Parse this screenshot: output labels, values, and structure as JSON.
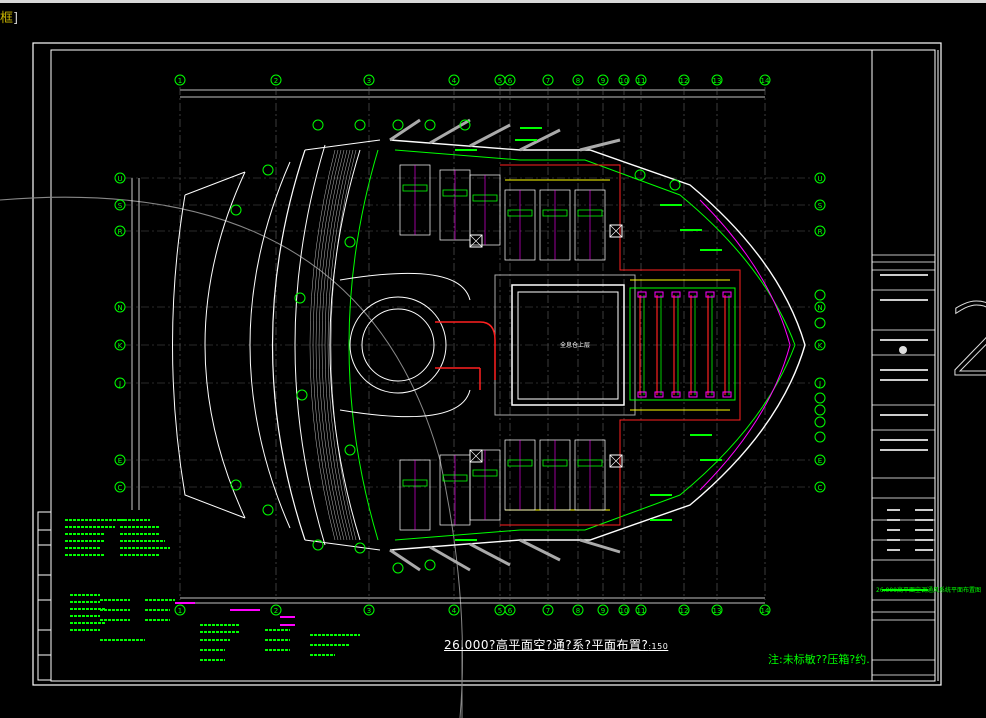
{
  "command_line": {
    "text": "框",
    "bracket": "]"
  },
  "drawing": {
    "title": "26.000?高平面空?通?系?平面布置?",
    "scale": ":150",
    "note": "注:未标敏??压箱?约.",
    "sheet_index_glyph": "2",
    "room_label": "全息仓上层"
  },
  "grid": {
    "columns": [
      "1",
      "2",
      "3",
      "4",
      "5",
      "6",
      "7",
      "8",
      "9",
      "10",
      "11",
      "12",
      "13",
      "14"
    ],
    "rows_left": [
      "U",
      "S",
      "R",
      "N",
      "K",
      "J",
      "E",
      "C"
    ]
  },
  "title_block": {
    "drawing_name": "26.000高平面空调通风系统平面布置图"
  },
  "colors": {
    "grid_bubble": "#00ff00",
    "wall": "#ffffff",
    "duct_red": "#ff2020",
    "duct_magenta": "#ff00ff",
    "duct_yellow": "#ffff00",
    "axis": "#808080"
  }
}
